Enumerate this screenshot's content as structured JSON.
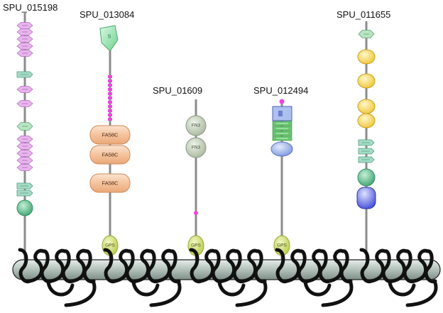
{
  "colors": {
    "stalk": "#8c8c8c",
    "membrane_fill": "#b9c7c1",
    "membrane_stroke": "#222222",
    "loop": "#111111",
    "pink_hex": "#e8b4ec",
    "pink_hex_stroke": "#b26cc0",
    "green_hex": "#b9e4c2",
    "green_hex_stroke": "#5ea878",
    "teal_arrow": "#a6dcc4",
    "teal_arrow_stroke": "#4b9c86",
    "orange_box": "#f6c8a6",
    "orange_box_stroke": "#cf8a58",
    "fn3_fill": "#cfd8c6",
    "fn3_stroke": "#8c9a84",
    "gps_fill": "#d6e680",
    "gps_stroke": "#98a838",
    "yellow_oval": "#f8de66",
    "yellow_oval_stroke": "#c7a21c",
    "teal_circle": "#5fbf8c",
    "blue_oval": "#9bb4ea",
    "blue_oval_stroke": "#5b74c0",
    "dark_blue": "#4b58e0",
    "magenta": "#ee44e0",
    "green_box": "#69c870",
    "green_pentagon": "#9feab4"
  },
  "proteins": [
    {
      "id": "SPU_015198"
    },
    {
      "id": "SPU_013084"
    },
    {
      "id": "SPU_01609"
    },
    {
      "id": "SPU_012494"
    },
    {
      "id": "SPU_011655"
    }
  ],
  "domain_labels": {
    "fa58c": "FA58C",
    "fn3": "FN3",
    "gps": "GPS"
  }
}
